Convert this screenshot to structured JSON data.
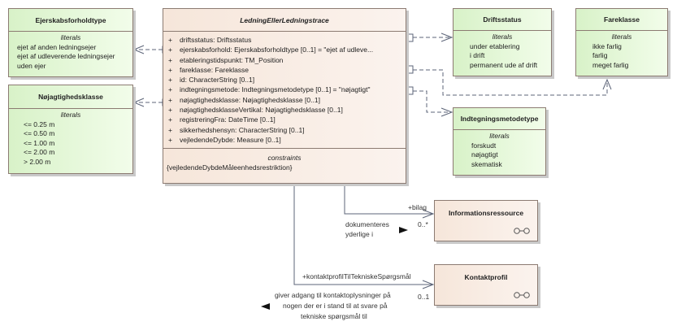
{
  "main_class": {
    "name": "LedningEllerLedningstrace",
    "attributes": [
      {
        "vis": "+",
        "text": "driftsstatus: Driftsstatus"
      },
      {
        "vis": "+",
        "text": "ejerskabsforhold: Ejerskabsforholdtype [0..1] = \"ejet af udleve..."
      },
      {
        "vis": "+",
        "text": "etableringstidspunkt: TM_Position"
      },
      {
        "vis": "+",
        "text": "fareklasse: Fareklasse"
      },
      {
        "vis": "+",
        "text": "id: CharacterString [0..1]"
      },
      {
        "vis": "+",
        "text": "indtegningsmetode: Indtegningsmetodetype [0..1] = \"nøjagtigt\""
      },
      {
        "vis": "+",
        "text": "nøjagtighedsklasse: Nøjagtighedsklasse [0..1]"
      },
      {
        "vis": "+",
        "text": "nøjagtighedsklasseVertikal: Nøjagtighedsklasse [0..1]"
      },
      {
        "vis": "+",
        "text": "registreringFra: DateTime [0..1]"
      },
      {
        "vis": "+",
        "text": "sikkerhedshensyn: CharacterString [0..1]"
      },
      {
        "vis": "+",
        "text": "vejledendeDybde: Measure [0..1]"
      }
    ],
    "constraints_label": "constraints",
    "constraints": "{vejledendeDybdeMåleenhedsrestriktion}"
  },
  "enums": {
    "ejerskab": {
      "name": "Ejerskabsforholdtype",
      "stereotype": "literals",
      "literals": [
        "ejet af anden ledningsejer",
        "ejet af udleverende ledningsejer",
        "uden ejer"
      ]
    },
    "noejagtighed": {
      "name": "Nøjagtighedsklasse",
      "stereotype": "literals",
      "literals": [
        "<= 0.25 m",
        "<= 0.50 m",
        "<= 1.00 m",
        "<= 2.00 m",
        "> 2.00 m"
      ]
    },
    "driftsstatus": {
      "name": "Driftsstatus",
      "stereotype": "literals",
      "literals": [
        "under etablering",
        "i drift",
        "permanent ude af drift"
      ]
    },
    "fareklasse": {
      "name": "Fareklasse",
      "stereotype": "literals",
      "literals": [
        "ikke farlig",
        "farlig",
        "meget farlig"
      ]
    },
    "indtegning": {
      "name": "Indtegningsmetodetype",
      "stereotype": "literals",
      "literals": [
        "forskudt",
        "nøjagtigt",
        "skematisk"
      ]
    }
  },
  "interfaces": {
    "informationsressource": {
      "name": "Informationsressource"
    },
    "kontaktprofil": {
      "name": "Kontaktprofil"
    }
  },
  "associations": {
    "bilag": {
      "role": "+bilag",
      "multiplicity": "0..*",
      "label_line1": "dokumenteres",
      "label_line2": "yderlige i"
    },
    "kontakt": {
      "role": "+kontaktprofilTilTekniskeSpørgsmål",
      "multiplicity": "0..1",
      "label_line1": "giver adgang til kontaktoplysninger på",
      "label_line2": "nogen der er i stand til at svare på",
      "label_line3": "tekniske spørgsmål til"
    }
  }
}
